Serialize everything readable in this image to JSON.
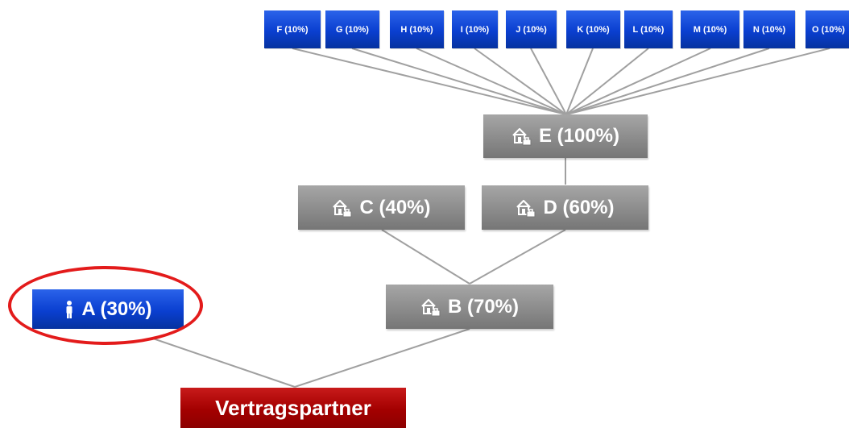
{
  "shareholders": [
    {
      "id": "F",
      "label": "F (10%)"
    },
    {
      "id": "G",
      "label": "G (10%)"
    },
    {
      "id": "H",
      "label": "H (10%)"
    },
    {
      "id": "I",
      "label": "I (10%)"
    },
    {
      "id": "J",
      "label": "J (10%)"
    },
    {
      "id": "K",
      "label": "K (10%)"
    },
    {
      "id": "L",
      "label": "L (10%)"
    },
    {
      "id": "M",
      "label": "M (10%)"
    },
    {
      "id": "N",
      "label": "N (10%)"
    },
    {
      "id": "O",
      "label": "O (10%)"
    }
  ],
  "companies": {
    "E": {
      "label": "E (100%)",
      "icon": "company-building-icon"
    },
    "C": {
      "label": "C (40%)",
      "icon": "company-building-icon"
    },
    "D": {
      "label": "D (60%)",
      "icon": "company-building-icon"
    },
    "B": {
      "label": "B (70%)",
      "icon": "company-building-icon"
    }
  },
  "person": {
    "label": "A (30%)",
    "icon": "person-icon"
  },
  "partner": {
    "label": "Vertragspartner"
  },
  "colors": {
    "shareholder_blue": "#0a3fd0",
    "company_gray": "#8e8e8e",
    "partner_red": "#a30000",
    "highlight_red": "#e31b1b",
    "connector_gray": "#a0a0a0"
  }
}
